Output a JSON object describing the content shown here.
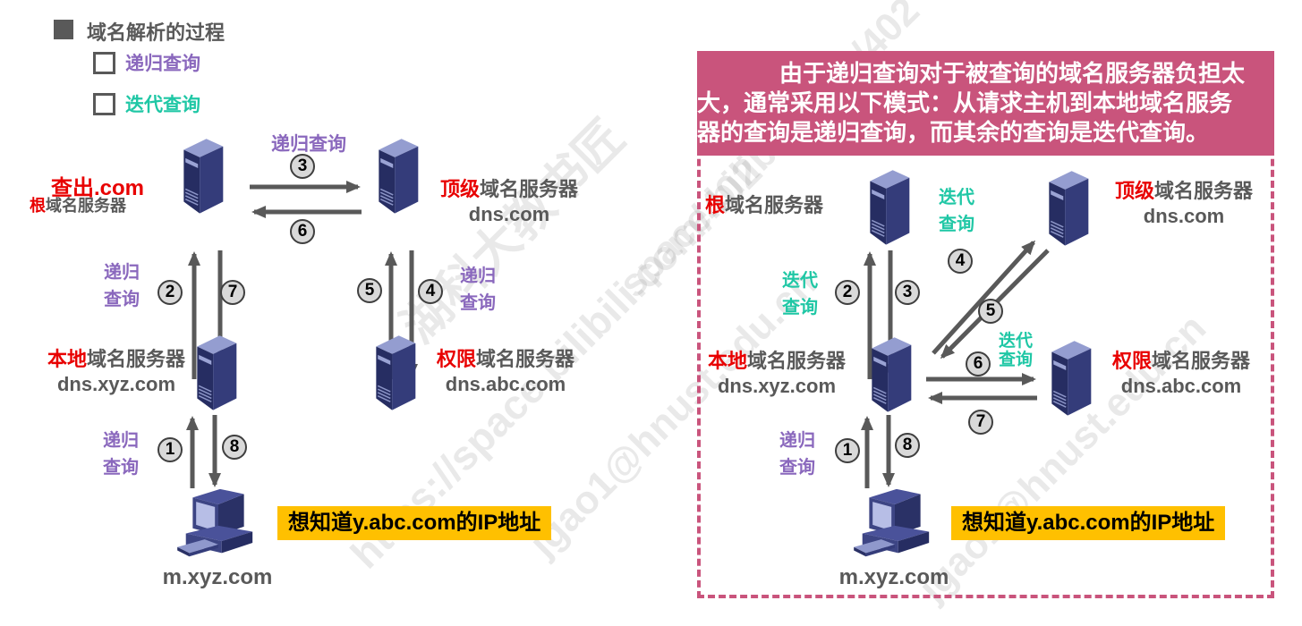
{
  "title": {
    "text": "域名解析的过程"
  },
  "legend": {
    "recursive": "递归查询",
    "iterative": "迭代查询"
  },
  "labels": {
    "recursive": "递归查询",
    "recursive_l1": "递归",
    "recursive_l2": "查询",
    "iterative_l1": "迭代",
    "iterative_l2": "查询"
  },
  "steps": [
    "1",
    "2",
    "3",
    "4",
    "5",
    "6",
    "7",
    "8"
  ],
  "left": {
    "annotation": "查出.com",
    "root_hl": "根",
    "root_rest": "域名服务器",
    "tld_hl": "顶级",
    "tld_rest": "域名服务器",
    "tld_domain": "dns.com",
    "local_hl": "本地",
    "local_rest": "域名服务器",
    "local_domain": "dns.xyz.com",
    "auth_hl": "权限",
    "auth_rest": "域名服务器",
    "auth_domain": "dns.abc.com",
    "host": "m.xyz.com",
    "banner": "想知道y.abc.com的IP地址"
  },
  "right": {
    "note_line1": "由于递归查询对于被查询的域名服务器负担太",
    "note_line2": "大，通常采用以下模式：从请求主机到本地域名服务",
    "note_line3": "器的查询是递归查询，而其余的查询是迭代查询。",
    "root_hl": "根",
    "root_rest": "域名服务器",
    "tld_hl": "顶级",
    "tld_rest": "域名服务器",
    "tld_domain": "dns.com",
    "local_hl": "本地",
    "local_rest": "域名服务器",
    "local_domain": "dns.xyz.com",
    "auth_hl": "权限",
    "auth_rest": "域名服务器",
    "auth_domain": "dns.abc.com",
    "host": "m.xyz.com",
    "banner": "想知道y.abc.com的IP地址"
  },
  "watermarks": [
    "https://space.bilibili.com/402",
    "湖科大教书匠",
    "jgao1@hnust.edu.cn",
    "space.bilibili.com/402",
    "jgao1@hnust.edu.cn"
  ],
  "colors": {
    "purple": "#8a68bd",
    "teal": "#1fc7a5",
    "red": "#e80000",
    "text_gray": "#595959",
    "pink": "#c9547c",
    "banner_yellow": "#ffc000",
    "server_navy": "#343c7a",
    "arrow_gray": "#595959"
  }
}
